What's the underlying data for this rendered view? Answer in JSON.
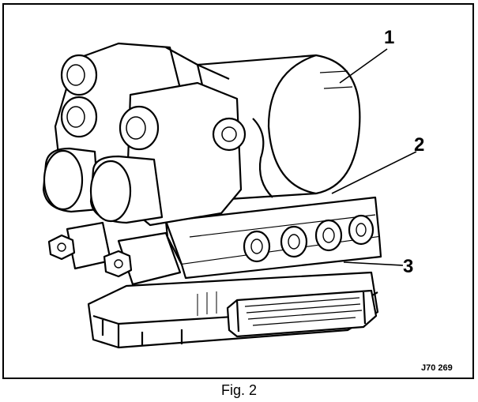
{
  "figure": {
    "callouts": [
      "1",
      "2",
      "3"
    ],
    "reference_code": "J70 269",
    "caption": "Fig. 2"
  },
  "colors": {
    "line": "#000000",
    "paper": "#ffffff",
    "shade": "#d9d9d9"
  }
}
